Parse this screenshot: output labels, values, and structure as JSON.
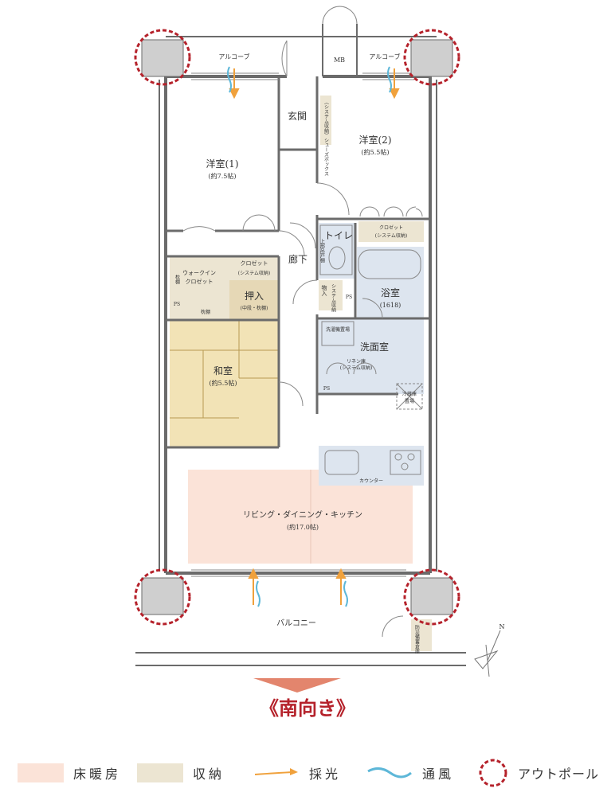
{
  "rooms": {
    "alcove_left": "アルコーブ",
    "alcove_right": "アルコーブ",
    "mb": "MB",
    "entrance": "玄関",
    "shoe_storage": "（システム収納）シューズボックス",
    "western1": {
      "name": "洋室(1)",
      "size": "(約7.5帖)"
    },
    "western2": {
      "name": "洋室(2)",
      "size": "(約5.5帖)"
    },
    "closet_western2": "クロゼット",
    "closet_western2_sub": "(システム収納)",
    "toilet": "トイレ",
    "toilet_storage": "上部吊戸棚",
    "hallway": "廊下",
    "walkin_closet": "ウォークイン",
    "walkin_closet2": "クロゼット",
    "shelf_left": "枕棚",
    "shelf_bottom": "枕棚",
    "ps1": "PS",
    "closet_center": "クロゼット",
    "closet_center_sub": "(システム収納)",
    "oshiire": "押入",
    "oshiire_sub": "(中段・枕棚)",
    "storage_hall": "物入",
    "storage_hall_sub": "システム収納",
    "ps2": "PS",
    "bathroom": {
      "name": "浴室",
      "size": "(1618)"
    },
    "washer": "洗濯機置場",
    "washroom": "洗面室",
    "linen": "リネン庫",
    "linen_sub": "(システム収納)",
    "ps3": "PS",
    "fridge": "冷蔵庫",
    "fridge_sub": "置場",
    "japanese": {
      "name": "和室",
      "size": "(約5.5帖)"
    },
    "counter": "カウンター",
    "ldk": {
      "name": "リビング・ダイニング・キッチン",
      "size": "(約17.0帖)"
    },
    "balcony": "バルコニー",
    "disaster_storage": "防災備蓄倉庫",
    "compass": "N"
  },
  "direction": "《南向き》",
  "legend": [
    {
      "label": "床暖房",
      "icon": "floor-heating-swatch",
      "color": "#fbe3d8"
    },
    {
      "label": "収納",
      "icon": "storage-swatch",
      "color": "#ece5d2"
    },
    {
      "label": "採光",
      "icon": "daylight-arrow-icon",
      "color": "#f0a13c"
    },
    {
      "label": "通風",
      "icon": "ventilation-wave-icon",
      "color": "#5db7d8"
    },
    {
      "label": "アウトポール",
      "icon": "outpole-circle-icon",
      "color": "#b5222b"
    }
  ],
  "colors": {
    "wall": "#6b6b6b",
    "tatami": "#f2e3b6",
    "wet_area": "#dde5ef",
    "storage": "#ece5d2",
    "floor_heating": "#fbe3d8",
    "accent": "#b5222b"
  }
}
